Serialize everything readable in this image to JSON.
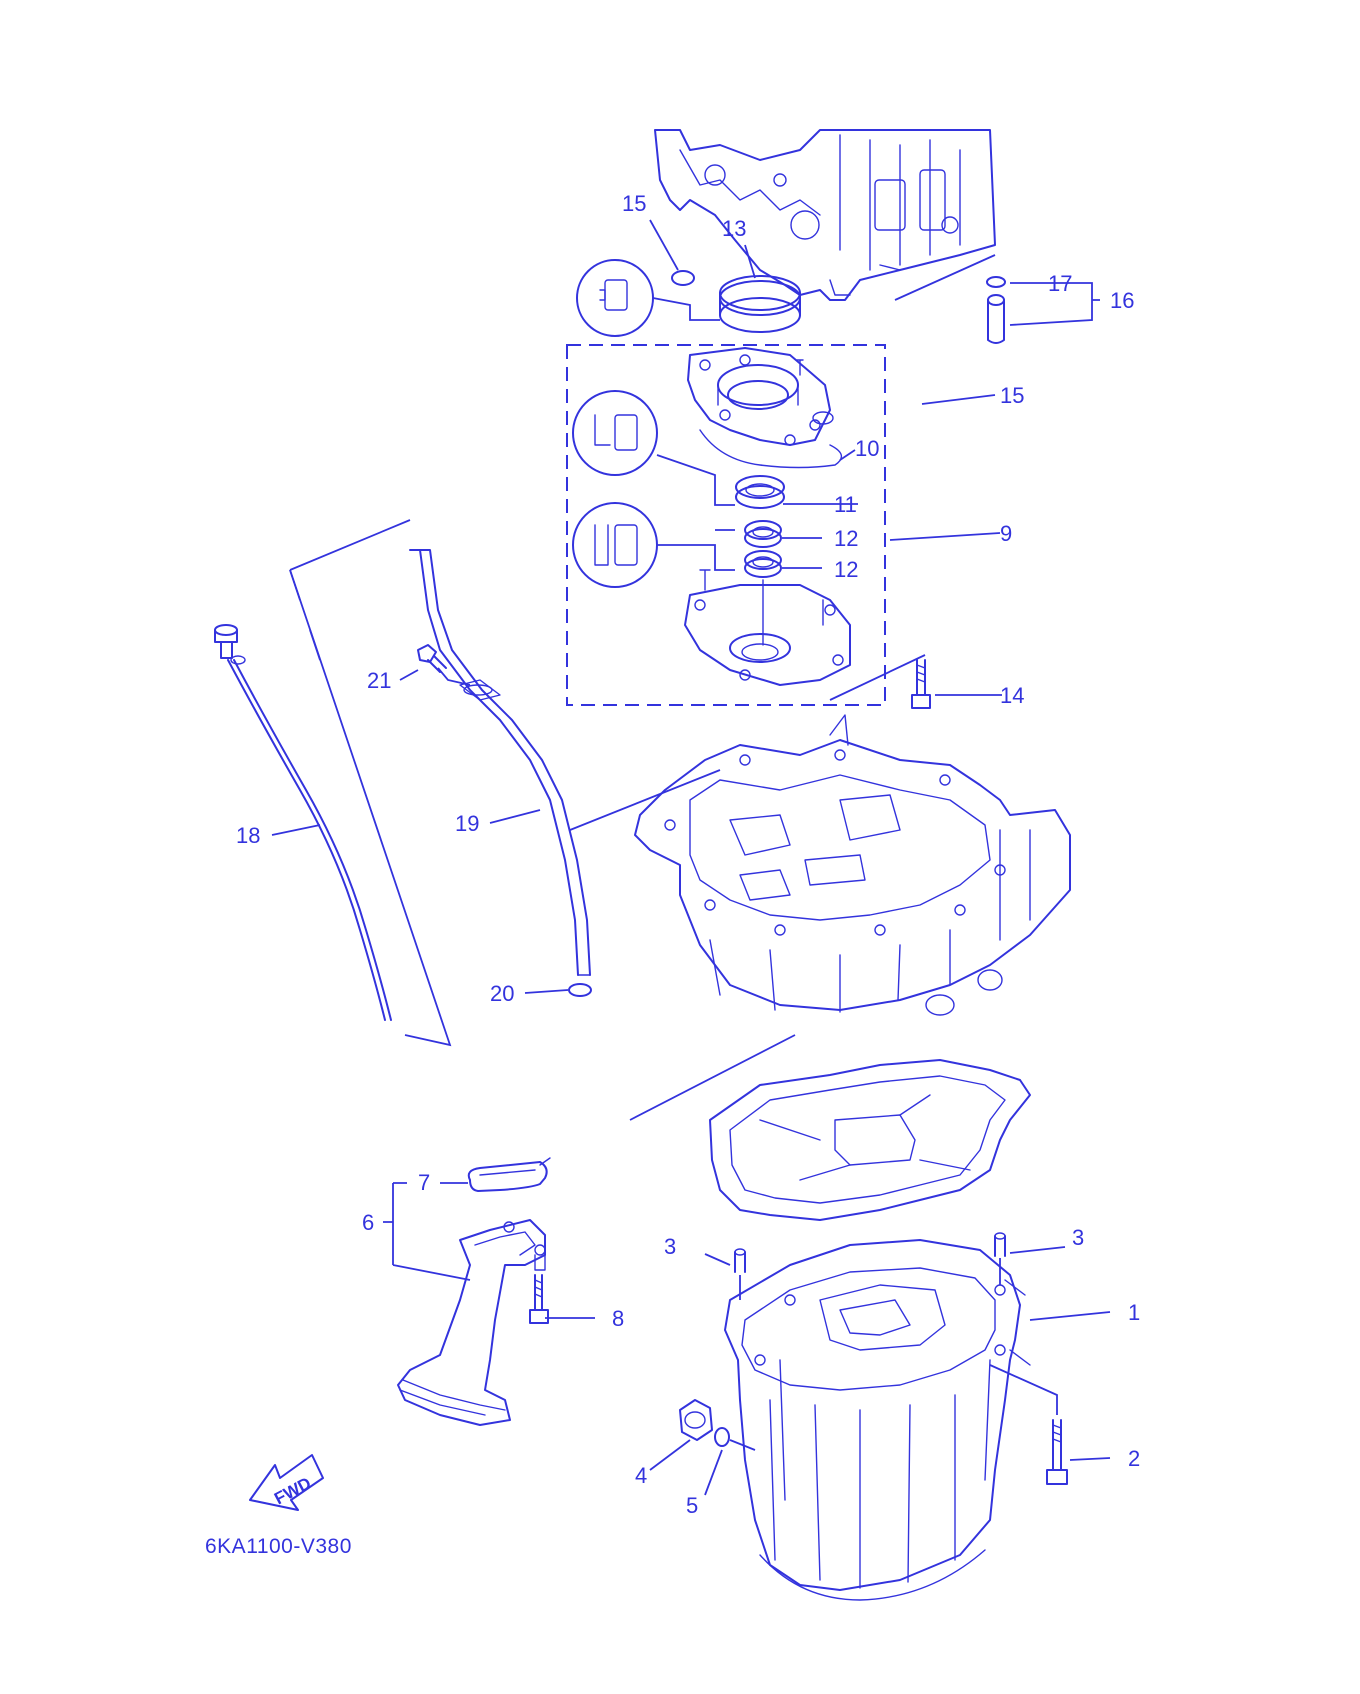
{
  "diagram": {
    "code": "6KA1100-V380",
    "fwd_label": "FWD",
    "line_color": "#3333dd",
    "callouts": [
      {
        "id": "c1",
        "text": "1"
      },
      {
        "id": "c2",
        "text": "2"
      },
      {
        "id": "c3a",
        "text": "3"
      },
      {
        "id": "c3b",
        "text": "3"
      },
      {
        "id": "c4",
        "text": "4"
      },
      {
        "id": "c5",
        "text": "5"
      },
      {
        "id": "c6",
        "text": "6"
      },
      {
        "id": "c7",
        "text": "7"
      },
      {
        "id": "c8",
        "text": "8"
      },
      {
        "id": "c9",
        "text": "9"
      },
      {
        "id": "c10",
        "text": "10"
      },
      {
        "id": "c11",
        "text": "11"
      },
      {
        "id": "c12a",
        "text": "12"
      },
      {
        "id": "c12b",
        "text": "12"
      },
      {
        "id": "c13",
        "text": "13"
      },
      {
        "id": "c14",
        "text": "14"
      },
      {
        "id": "c15a",
        "text": "15"
      },
      {
        "id": "c15b",
        "text": "15"
      },
      {
        "id": "c16",
        "text": "16"
      },
      {
        "id": "c17",
        "text": "17"
      },
      {
        "id": "c18",
        "text": "18"
      },
      {
        "id": "c19",
        "text": "19"
      },
      {
        "id": "c20",
        "text": "20"
      },
      {
        "id": "c21",
        "text": "21"
      }
    ]
  }
}
